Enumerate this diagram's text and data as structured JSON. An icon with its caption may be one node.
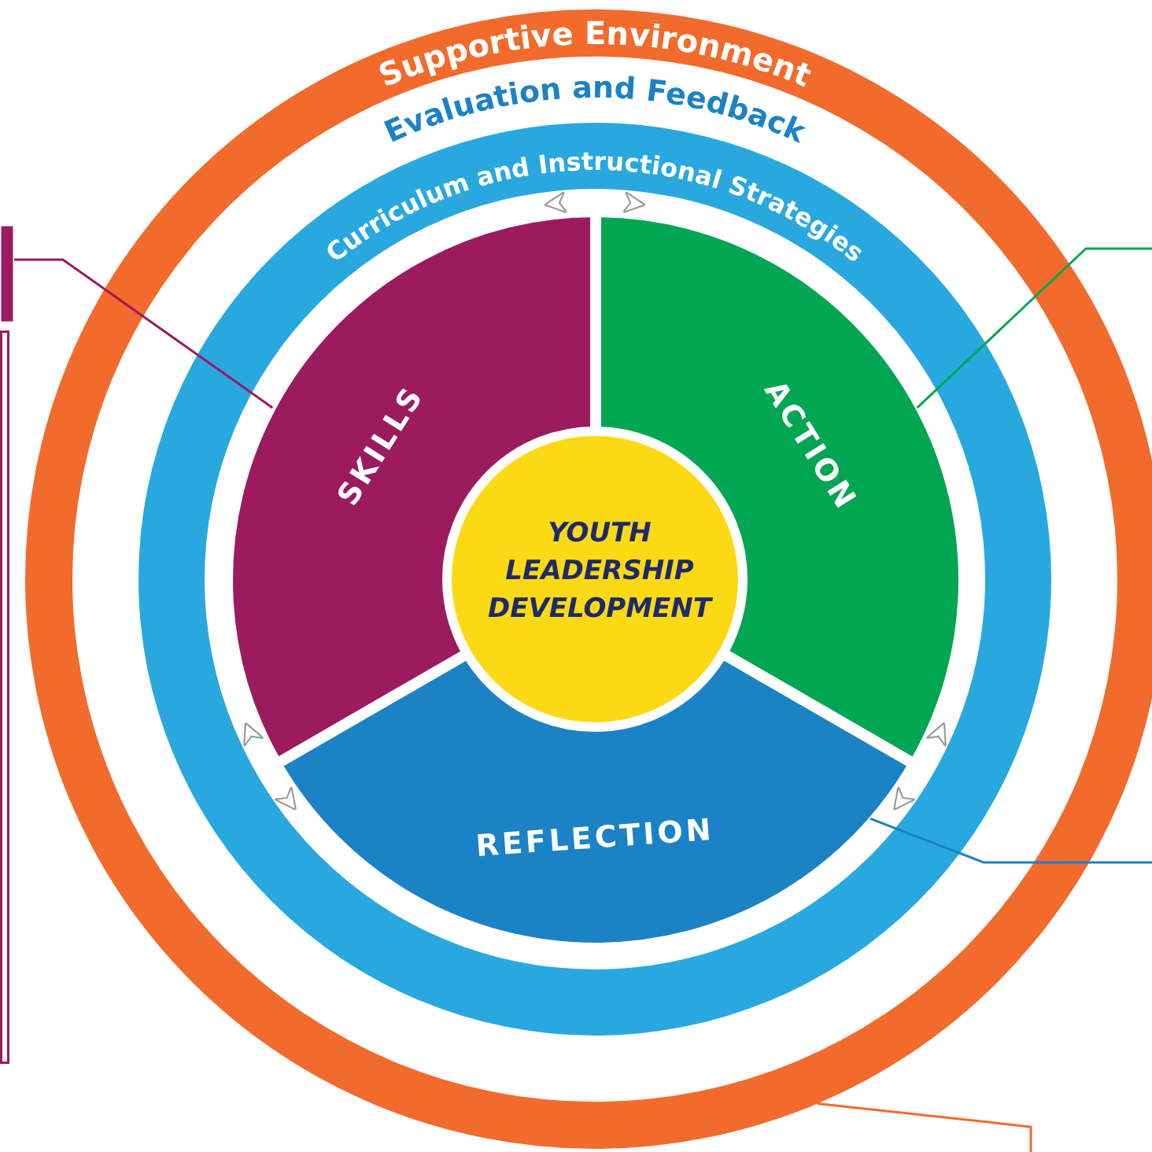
{
  "diagram": {
    "nodes": [
      {
        "text": [
          "Supportive Environment"
        ]
      },
      {
        "text": [
          "Evaluation and Feedback"
        ],
        "in": 0
      },
      {
        "text": [
          "Curriculum and Instructional Strategies"
        ],
        "in": 1
      },
      {
        "text": [
          "SKILLS"
        ],
        "in": 2
      },
      {
        "text": [
          "ACTION"
        ],
        "in": 2
      },
      {
        "text": [
          "REFLECTION"
        ],
        "in": 2
      },
      {
        "text": [
          "YOUTH LEADERSHIP DEVELOPMENT"
        ],
        "in": 2
      },
      {
        "text": [],
        "shape": "box"
      },
      {
        "text": [],
        "shape": "box"
      }
    ],
    "edges": [
      {
        "from": 7,
        "to": 3,
        "arrow": "none",
        "color": "#9c1b5f"
      },
      {
        "from": null,
        "to": 4,
        "arrow": "none",
        "color": "#00a651"
      },
      {
        "from": null,
        "to": 5,
        "arrow": "none",
        "color": "#1b82c5"
      },
      {
        "from": null,
        "to": 0,
        "arrow": "none",
        "color": "#f26a2c"
      },
      {
        "from": 3,
        "to": 4,
        "arrow": "both",
        "color": "#ffffff"
      },
      {
        "from": 4,
        "to": 5,
        "arrow": "both",
        "color": "#ffffff"
      },
      {
        "from": 5,
        "to": 3,
        "arrow": "both",
        "color": "#ffffff"
      }
    ]
  }
}
